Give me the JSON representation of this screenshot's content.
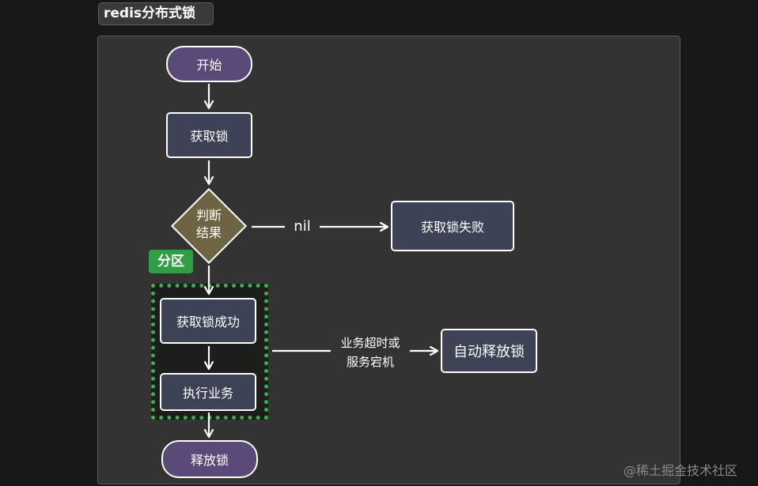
{
  "title": "redis分布式锁",
  "group": {
    "label": "分区",
    "color": "#2f9e44"
  },
  "nodes": {
    "start": "开始",
    "acquire": "获取锁",
    "decision": "判断\n结果",
    "fail": "获取锁失败",
    "success": "获取锁成功",
    "execute": "执行业务",
    "auto_release": "自动释放锁",
    "release": "释放锁"
  },
  "edge_labels": {
    "nil": "nil",
    "timeout": "业务超时或\n服务宕机"
  },
  "watermark": "@稀土掘金技术社区",
  "colors": {
    "background": "#181818",
    "canvas": "#333333",
    "terminal_fill": "#5a4a78",
    "process_fill": "#3d4257",
    "decision_fill": "#6e6443",
    "group_border": "#3fae4e",
    "stroke": "#ffffff"
  }
}
